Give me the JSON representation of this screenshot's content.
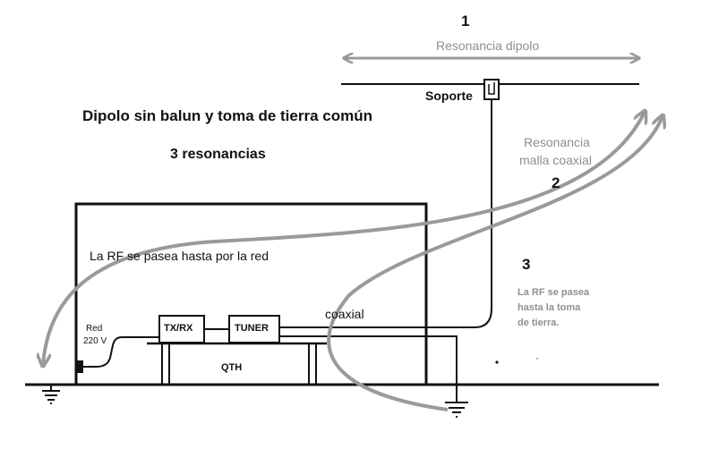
{
  "labels": {
    "num1": "1",
    "resonance_dipole": "Resonancia dipolo",
    "support": "Soporte",
    "title": "Dipolo sin balun y toma de tierra común",
    "subtitle": "3 resonancias",
    "resonance_coax_line1": "Resonancia",
    "resonance_coax_line2": "malla coaxial",
    "num2": "2",
    "rf_network": "La RF se pasea hasta por la red",
    "num3": "3",
    "rf_ground_line1": "La RF se pasea",
    "rf_ground_line2": "hasta la toma",
    "rf_ground_line3": "de tierra.",
    "coax": "coaxial",
    "mains_line1": "Red",
    "mains_line2": "220 V",
    "txrx": "TX/RX",
    "tuner": "TUNER",
    "qth": "QTH"
  },
  "colors": {
    "line": "#111111",
    "gray_arrow": "#9a9a9a",
    "gray_text": "#8f8f8f"
  }
}
